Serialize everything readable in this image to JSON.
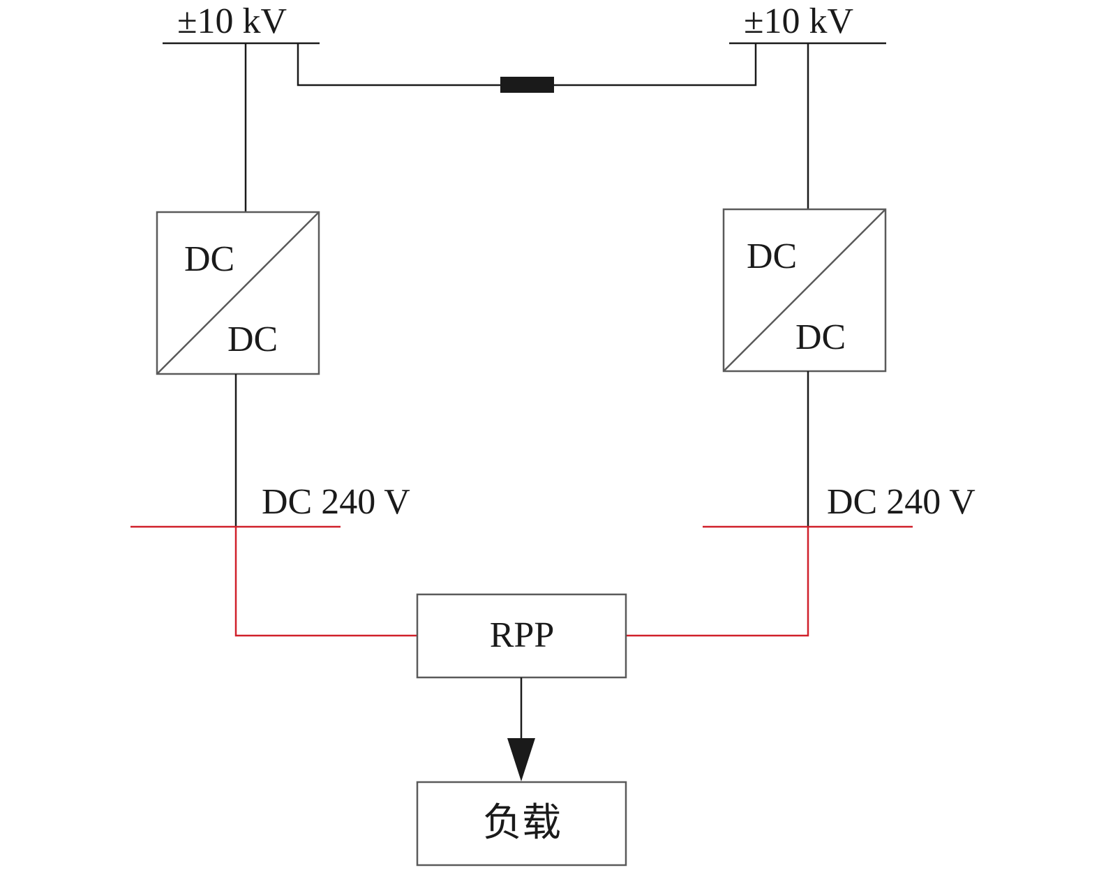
{
  "labels": {
    "bus_left_voltage": "±10 kV",
    "bus_right_voltage": "±10 kV",
    "converter_left_top": "DC",
    "converter_left_bottom": "DC",
    "converter_right_top": "DC",
    "converter_right_bottom": "DC",
    "dc_bus_left": "DC 240 V",
    "dc_bus_right": "DC 240 V",
    "rpp": "RPP",
    "load": "负载"
  },
  "colors": {
    "line": "#1a1a1a",
    "box_border": "#5a5a5a",
    "dc_bus": "#d0202a",
    "link_element": "#1a1a1a"
  }
}
